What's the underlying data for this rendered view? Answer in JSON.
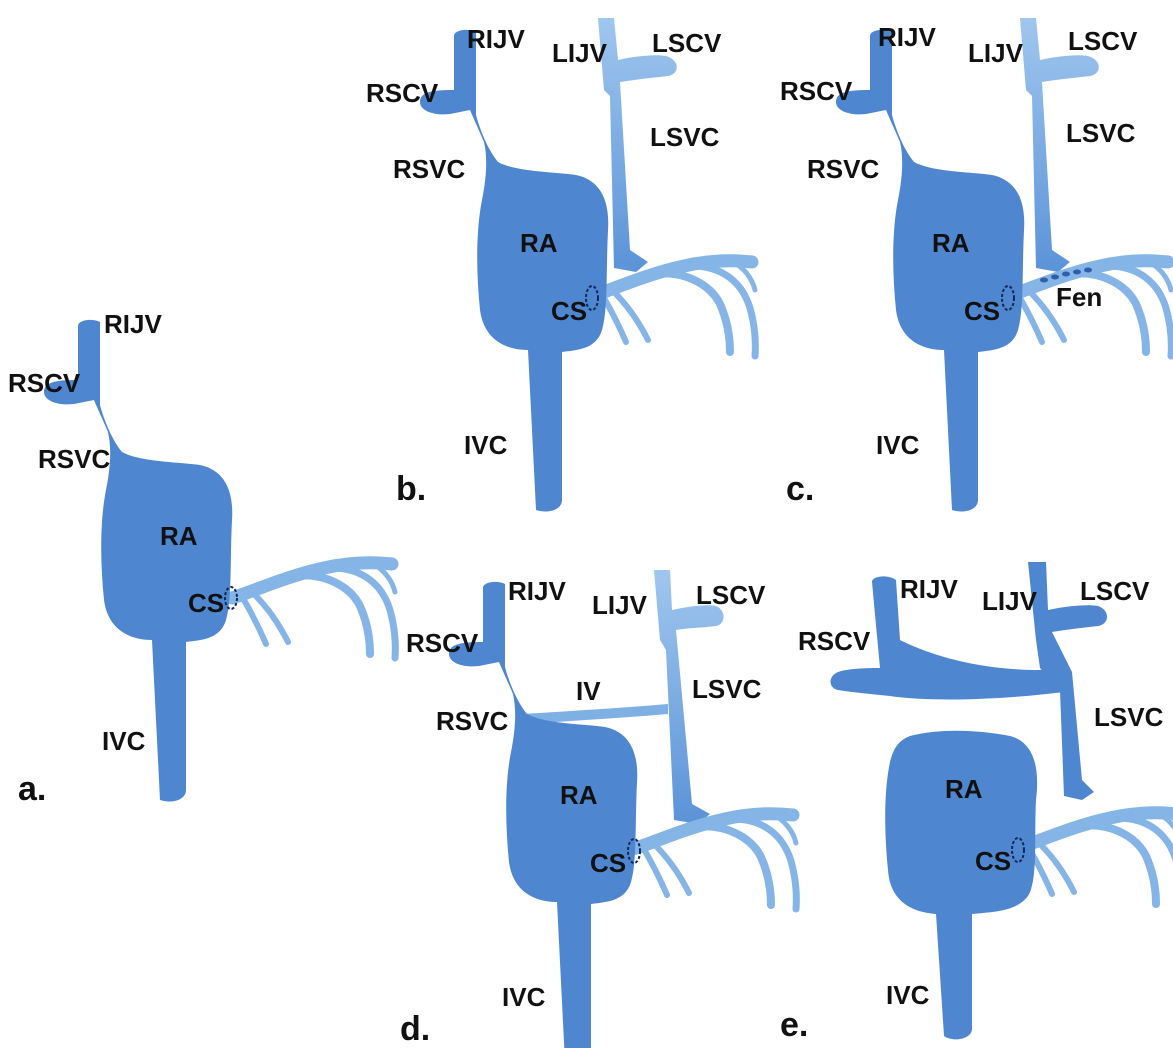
{
  "colors": {
    "right_venous_system": "#4f86d0",
    "left_venous_system": "#7fb0e4",
    "coronary_sinus_branches": "#85b4e6",
    "label_text": "#111111"
  },
  "panels": [
    {
      "id": "a",
      "panel_label": "a.",
      "labels": {
        "rijv": "RIJV",
        "rscv": "RSCV",
        "rsvc": "RSVC",
        "ra": "RA",
        "cs": "CS",
        "ivc": "IVC"
      }
    },
    {
      "id": "b",
      "panel_label": "b.",
      "labels": {
        "rijv": "RIJV",
        "rscv": "RSCV",
        "rsvc": "RSVC",
        "ra": "RA",
        "cs": "CS",
        "ivc": "IVC",
        "lijv": "LIJV",
        "lscv": "LSCV",
        "lsvc": "LSVC"
      }
    },
    {
      "id": "c",
      "panel_label": "c.",
      "labels": {
        "rijv": "RIJV",
        "rscv": "RSCV",
        "rsvc": "RSVC",
        "ra": "RA",
        "cs": "CS",
        "ivc": "IVC",
        "lijv": "LIJV",
        "lscv": "LSCV",
        "lsvc": "LSVC",
        "fen": "Fen"
      }
    },
    {
      "id": "d",
      "panel_label": "d.",
      "labels": {
        "rijv": "RIJV",
        "rscv": "RSCV",
        "rsvc": "RSVC",
        "ra": "RA",
        "cs": "CS",
        "ivc": "IVC",
        "lijv": "LIJV",
        "lscv": "LSCV",
        "lsvc": "LSVC",
        "iv": "IV"
      }
    },
    {
      "id": "e",
      "panel_label": "e.",
      "labels": {
        "rijv": "RIJV",
        "rscv": "RSCV",
        "ra": "RA",
        "cs": "CS",
        "ivc": "IVC",
        "lijv": "LIJV",
        "lscv": "LSCV",
        "lsvc": "LSVC"
      }
    }
  ]
}
